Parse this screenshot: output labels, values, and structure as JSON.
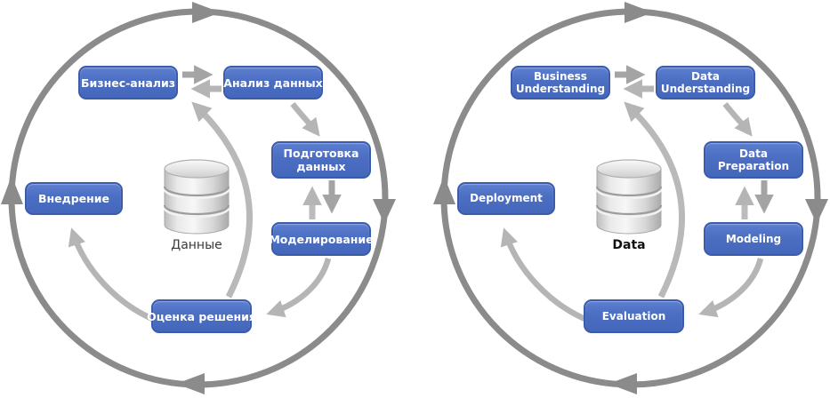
{
  "title": "CRISP-DM process cycle (Russian and English versions)",
  "colors": {
    "stage_box_fill": "#4b6ec2",
    "stage_box_border": "#3b5cab",
    "stage_text": "#ffffff",
    "cycle_circle": "#8b8b8b",
    "flow_arrow_mid": "#a4a4a4",
    "flow_arrow_light": "#b5b5b5",
    "database_silver": "#d9d9d9"
  },
  "icons": {
    "database": "database-icon",
    "cycle_arrows": "cycle-arrowhead"
  },
  "diagrams": [
    {
      "lang": "ru",
      "boxes": {
        "business": "Бизнес-анализ",
        "data_understanding": "Анализ данных",
        "data_preparation": "Подготовка данных",
        "modeling": "Моделирование",
        "evaluation": "Оценка решения",
        "deployment": "Внедрение"
      },
      "database_label": "Данные"
    },
    {
      "lang": "en",
      "boxes": {
        "business": "Business Understanding",
        "data_understanding": "Data Understanding",
        "data_preparation": "Data Preparation",
        "modeling": "Modeling",
        "evaluation": "Evaluation",
        "deployment": "Deployment"
      },
      "database_label": "Data"
    }
  ]
}
